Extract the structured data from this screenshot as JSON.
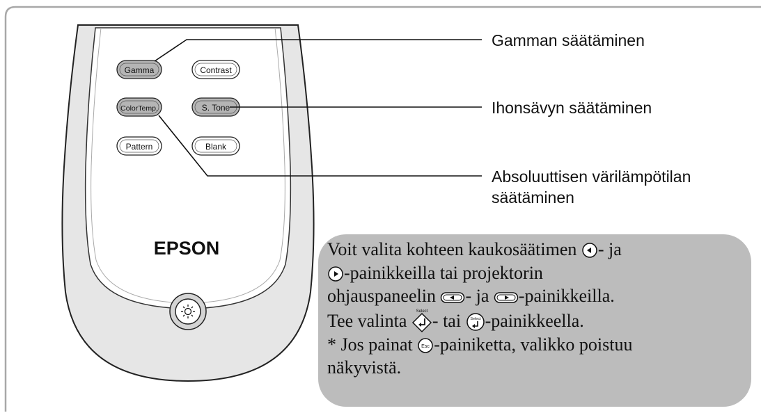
{
  "remote": {
    "buttons": [
      {
        "id": "gamma",
        "label": "Gamma"
      },
      {
        "id": "contrast",
        "label": "Contrast"
      },
      {
        "id": "colortemp",
        "label": "ColorTemp."
      },
      {
        "id": "stone",
        "label": "S. Tone"
      },
      {
        "id": "pattern",
        "label": "Pattern"
      },
      {
        "id": "blank",
        "label": "Blank"
      }
    ],
    "brand": "EPSON",
    "light_icon": "light-icon"
  },
  "callouts": {
    "gamma": "Gamman säätäminen",
    "skin_tone": "Ihonsävyn säätäminen",
    "color_temp_line1": "Absoluuttisen värilämpötilan",
    "color_temp_line2": "säätäminen"
  },
  "note": {
    "line1_a": "Voit valita kohteen kaukosäätimen ",
    "line1_b": "- ja",
    "line2": "-painikkeilla tai projektorin",
    "line3_a": "ohjauspaneelin ",
    "line3_b": "- ja ",
    "line3_c": "-painikkeilla.",
    "line4_a": "Tee valinta ",
    "line4_b": "- tai ",
    "line4_c": "-painikkeella.",
    "line5_a": "* Jos painat ",
    "line5_b": "-painiketta, valikko poistuu",
    "line6": "näkyvistä.",
    "select_label": "Select",
    "esc_label": "Esc"
  }
}
